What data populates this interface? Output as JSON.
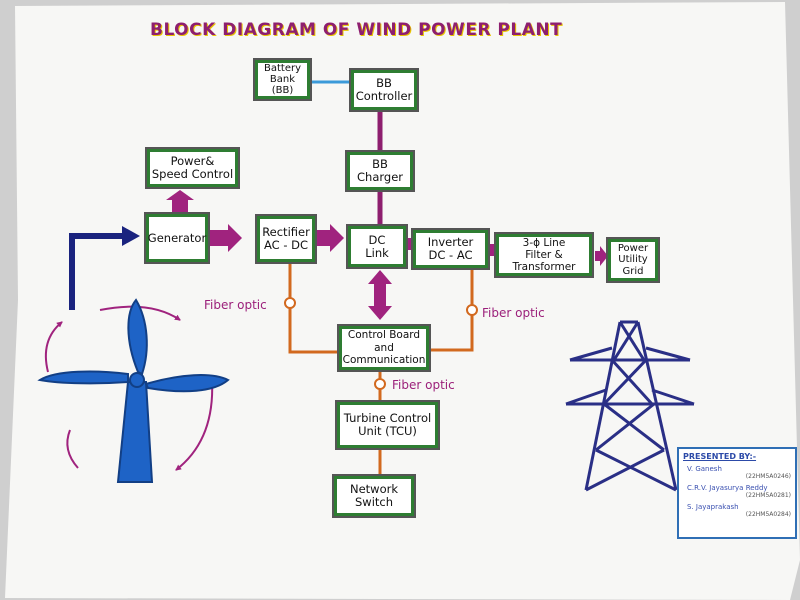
{
  "title": "BLOCK DIAGRAM OF WIND POWER PLANT",
  "blocks": {
    "battery_bank": "Battery\nBank\n(BB)",
    "bb_controller": "BB\nController",
    "bb_charger": "BB\nCharger",
    "power_speed_control": "Power&\nSpeed Control",
    "generator": "Generator",
    "rectifier": "Rectifier\nAC - DC",
    "dc_link": "DC\nLink",
    "inverter": "Inverter\nDC - AC",
    "line_filter": "3-ϕ Line\nFilter &\nTransformer",
    "power_utility_grid": "Power\nUtility\nGrid",
    "control_board": "Control Board\nand\nCommunication",
    "tcu": "Turbine Control\nUnit (TCU)",
    "network_switch": "Network\nSwitch"
  },
  "labels": {
    "fiber_optic_left": "Fiber optic",
    "fiber_optic_right": "Fiber optic",
    "fiber_optic_bottom": "Fiber optic"
  },
  "presented_by": {
    "heading": "PRESENTED BY:-",
    "members": [
      {
        "name": "V. Ganesh",
        "id": "(22HM5A0246)"
      },
      {
        "name": "C.R.V. Jayasurya Reddy",
        "id": "(22HM5A0281)"
      },
      {
        "name": "S. Jayaprakash",
        "id": "(22HM5A0284)"
      }
    ]
  },
  "colors": {
    "arrow_magenta": "#a0237e",
    "arrow_navy": "#1a237e",
    "fiber_orange": "#d2691e",
    "bb_line_blue": "#3b9ad9",
    "box_border_green": "#2e7d32",
    "turbine_blue": "#1e63c6",
    "tower_navy": "#2a2f86",
    "title_magenta": "#8e1f6f"
  }
}
